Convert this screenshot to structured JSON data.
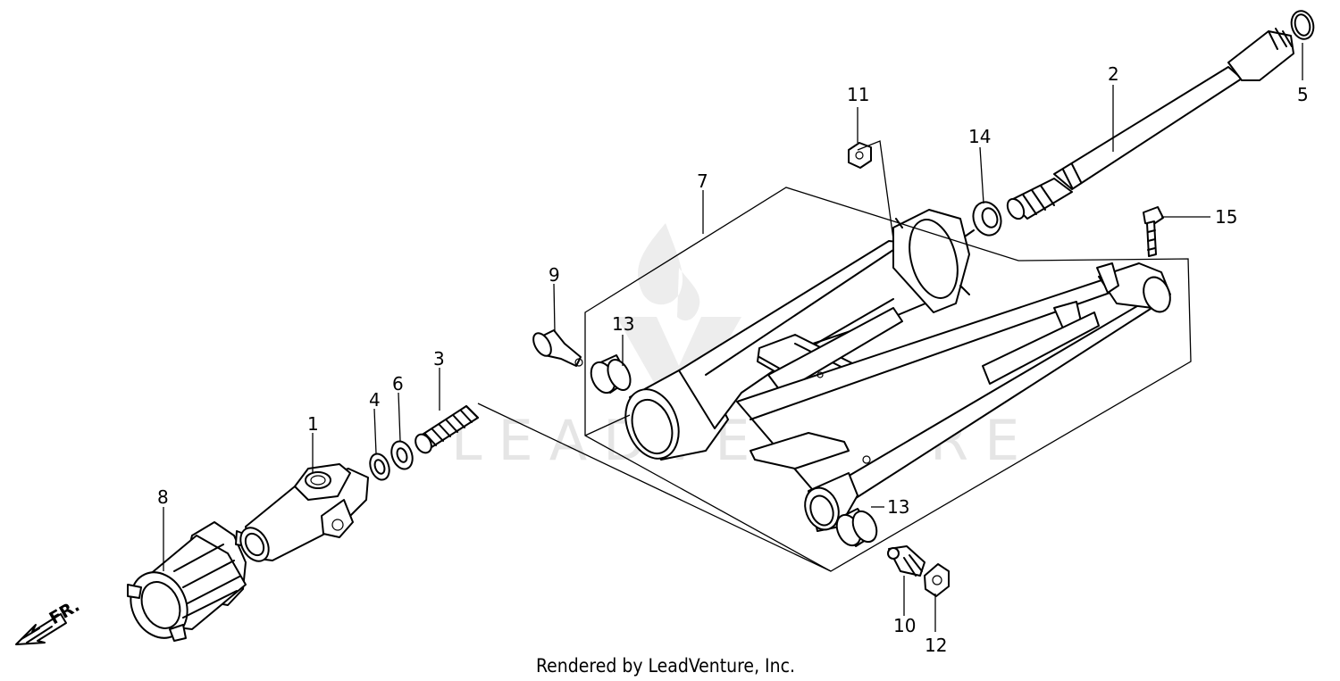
{
  "diagram": {
    "callouts": [
      {
        "id": "1",
        "label": "1"
      },
      {
        "id": "2",
        "label": "2"
      },
      {
        "id": "3",
        "label": "3"
      },
      {
        "id": "4",
        "label": "4"
      },
      {
        "id": "5",
        "label": "5"
      },
      {
        "id": "6",
        "label": "6"
      },
      {
        "id": "7",
        "label": "7"
      },
      {
        "id": "8",
        "label": "8"
      },
      {
        "id": "9",
        "label": "9"
      },
      {
        "id": "10",
        "label": "10"
      },
      {
        "id": "11",
        "label": "11"
      },
      {
        "id": "12",
        "label": "12"
      },
      {
        "id": "13a",
        "label": "13"
      },
      {
        "id": "13b",
        "label": "13"
      },
      {
        "id": "14",
        "label": "14"
      },
      {
        "id": "15",
        "label": "15"
      }
    ],
    "front_marker": "FR.",
    "watermark": "LEADVENTURE",
    "credit": "Rendered by LeadVenture, Inc."
  }
}
